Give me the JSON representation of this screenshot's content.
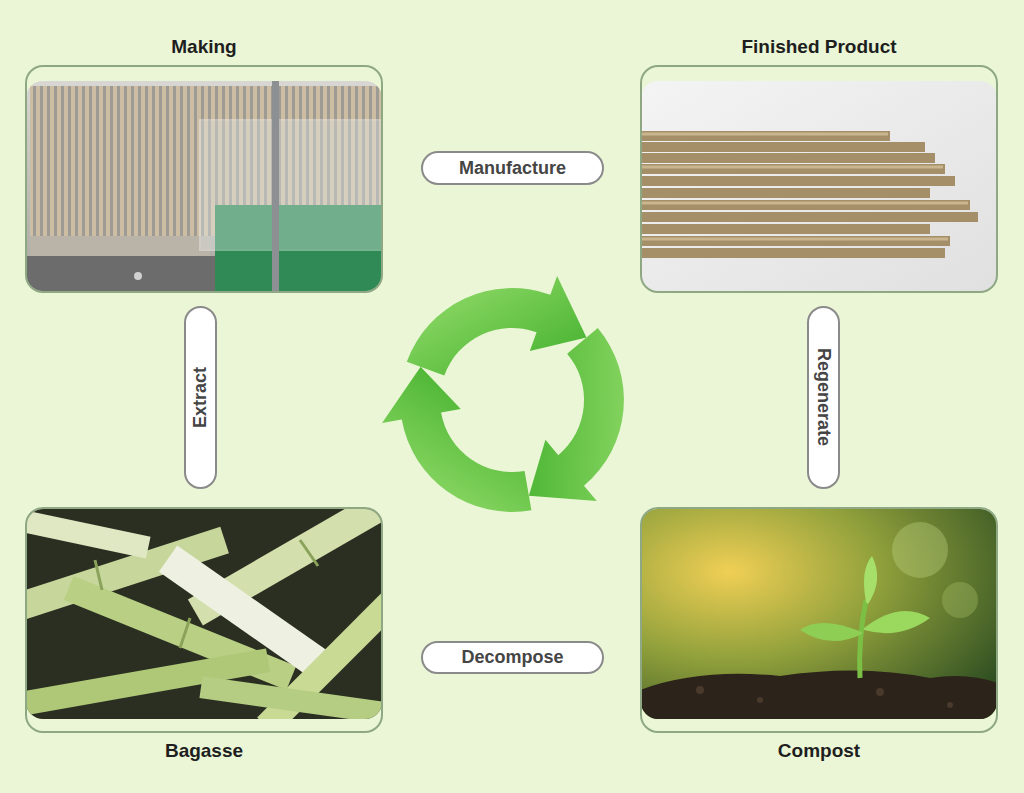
{
  "diagram": {
    "nodes": [
      {
        "text": [
          "Making"
        ]
      },
      {
        "text": [
          "Manufacture"
        ]
      },
      {
        "text": [
          "Finished Product"
        ]
      },
      {
        "text": [
          "Extract"
        ]
      },
      {
        "text": [
          "Regenerate"
        ]
      },
      {
        "text": [
          "Bagasse"
        ]
      },
      {
        "text": [
          "Decompose"
        ]
      },
      {
        "text": [
          "Compost"
        ]
      }
    ]
  }
}
